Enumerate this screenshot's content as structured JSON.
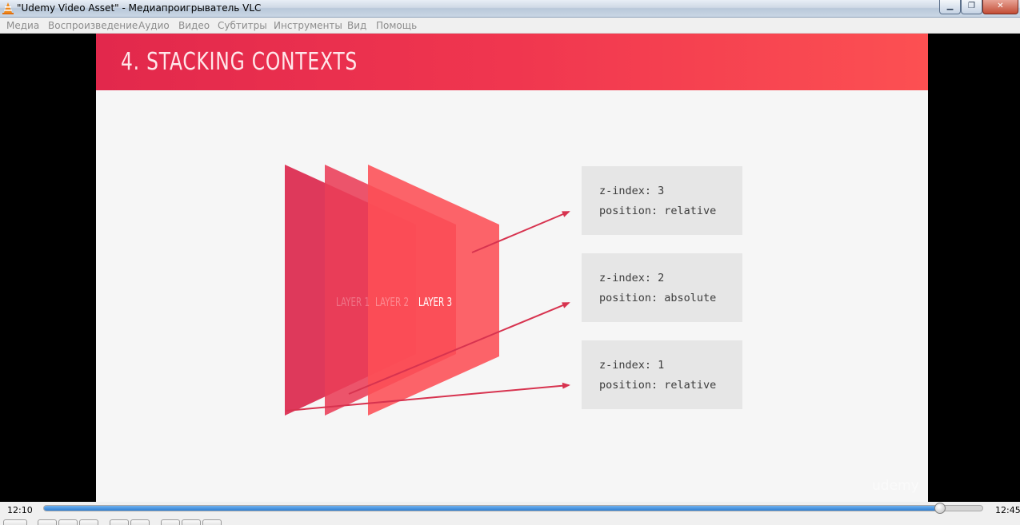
{
  "window": {
    "title": "\"Udemy Video Asset\" - Медиапроигрыватель VLC",
    "buttons": {
      "minimize": "▁",
      "maximize": "❐",
      "close": "✕"
    }
  },
  "menu": {
    "items": [
      "Медиа",
      "Воспроизведение",
      "Аудио",
      "Видео",
      "Субтитры",
      "Инструменты",
      "Вид",
      "Помощь"
    ]
  },
  "slide": {
    "title": "4. STACKING CONTEXTS",
    "layers": [
      "LAYER 1",
      "LAYER 2",
      "LAYER 3"
    ],
    "boxes": [
      {
        "line1": "z-index: 3",
        "line2": "position: relative"
      },
      {
        "line1": "z-index: 2",
        "line2": "position: absolute"
      },
      {
        "line1": "z-index: 1",
        "line2": "position: relative"
      }
    ],
    "watermark": "udemy",
    "colors": {
      "header_start": "#e2284c",
      "header_end": "#fc5052",
      "layer1": "#dc2e52",
      "layer2": "#ea3d58",
      "layer3": "#fd4f55",
      "arrow": "#d7334f"
    }
  },
  "player": {
    "current_time": "12:10",
    "total_time": "12:45",
    "progress": 0.954
  }
}
